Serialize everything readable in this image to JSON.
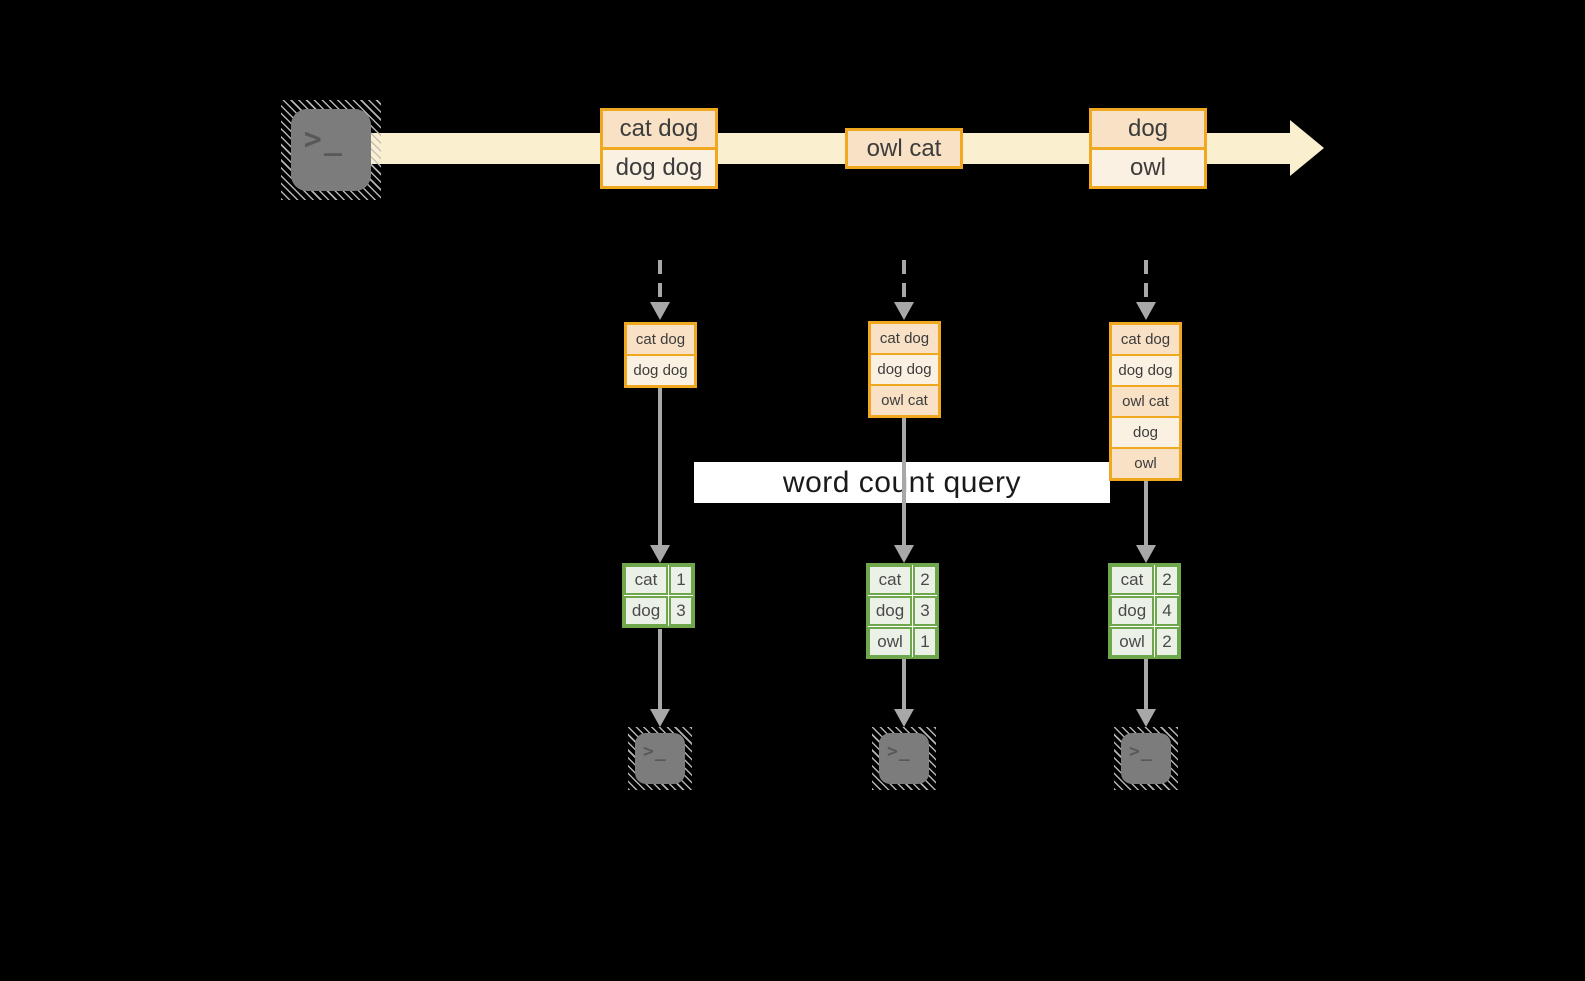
{
  "colors": {
    "background": "#000000",
    "stream": "#FAF0D0",
    "accent_orange": "#F0A820",
    "cell_peach_dark": "#F8E1C4",
    "cell_peach_light": "#FBF1E3",
    "green_border": "#6FA84C",
    "green_fill": "#ECF1E7",
    "arrow_gray": "#A8A8A8",
    "terminal_gray": "#7C7C7C",
    "text_dark": "#3C3C3C",
    "query_bg": "#FFFFFF",
    "query_text": "#1A1A1A"
  },
  "icons": {
    "prompt_glyph": ">_"
  },
  "query": {
    "label": "word count query"
  },
  "stream": {
    "batches": [
      {
        "items": [
          "cat dog",
          "dog dog"
        ]
      },
      {
        "items": [
          "owl cat"
        ]
      },
      {
        "items": [
          "dog",
          "owl"
        ]
      }
    ]
  },
  "columns": [
    {
      "buffer": [
        "cat dog",
        "dog dog"
      ],
      "counts": [
        {
          "word": "cat",
          "count": "1"
        },
        {
          "word": "dog",
          "count": "3"
        }
      ]
    },
    {
      "buffer": [
        "cat dog",
        "dog dog",
        "owl cat"
      ],
      "counts": [
        {
          "word": "cat",
          "count": "2"
        },
        {
          "word": "dog",
          "count": "3"
        },
        {
          "word": "owl",
          "count": "1"
        }
      ]
    },
    {
      "buffer": [
        "cat dog",
        "dog dog",
        "owl cat",
        "dog",
        "owl"
      ],
      "counts": [
        {
          "word": "cat",
          "count": "2"
        },
        {
          "word": "dog",
          "count": "4"
        },
        {
          "word": "owl",
          "count": "2"
        }
      ]
    }
  ]
}
